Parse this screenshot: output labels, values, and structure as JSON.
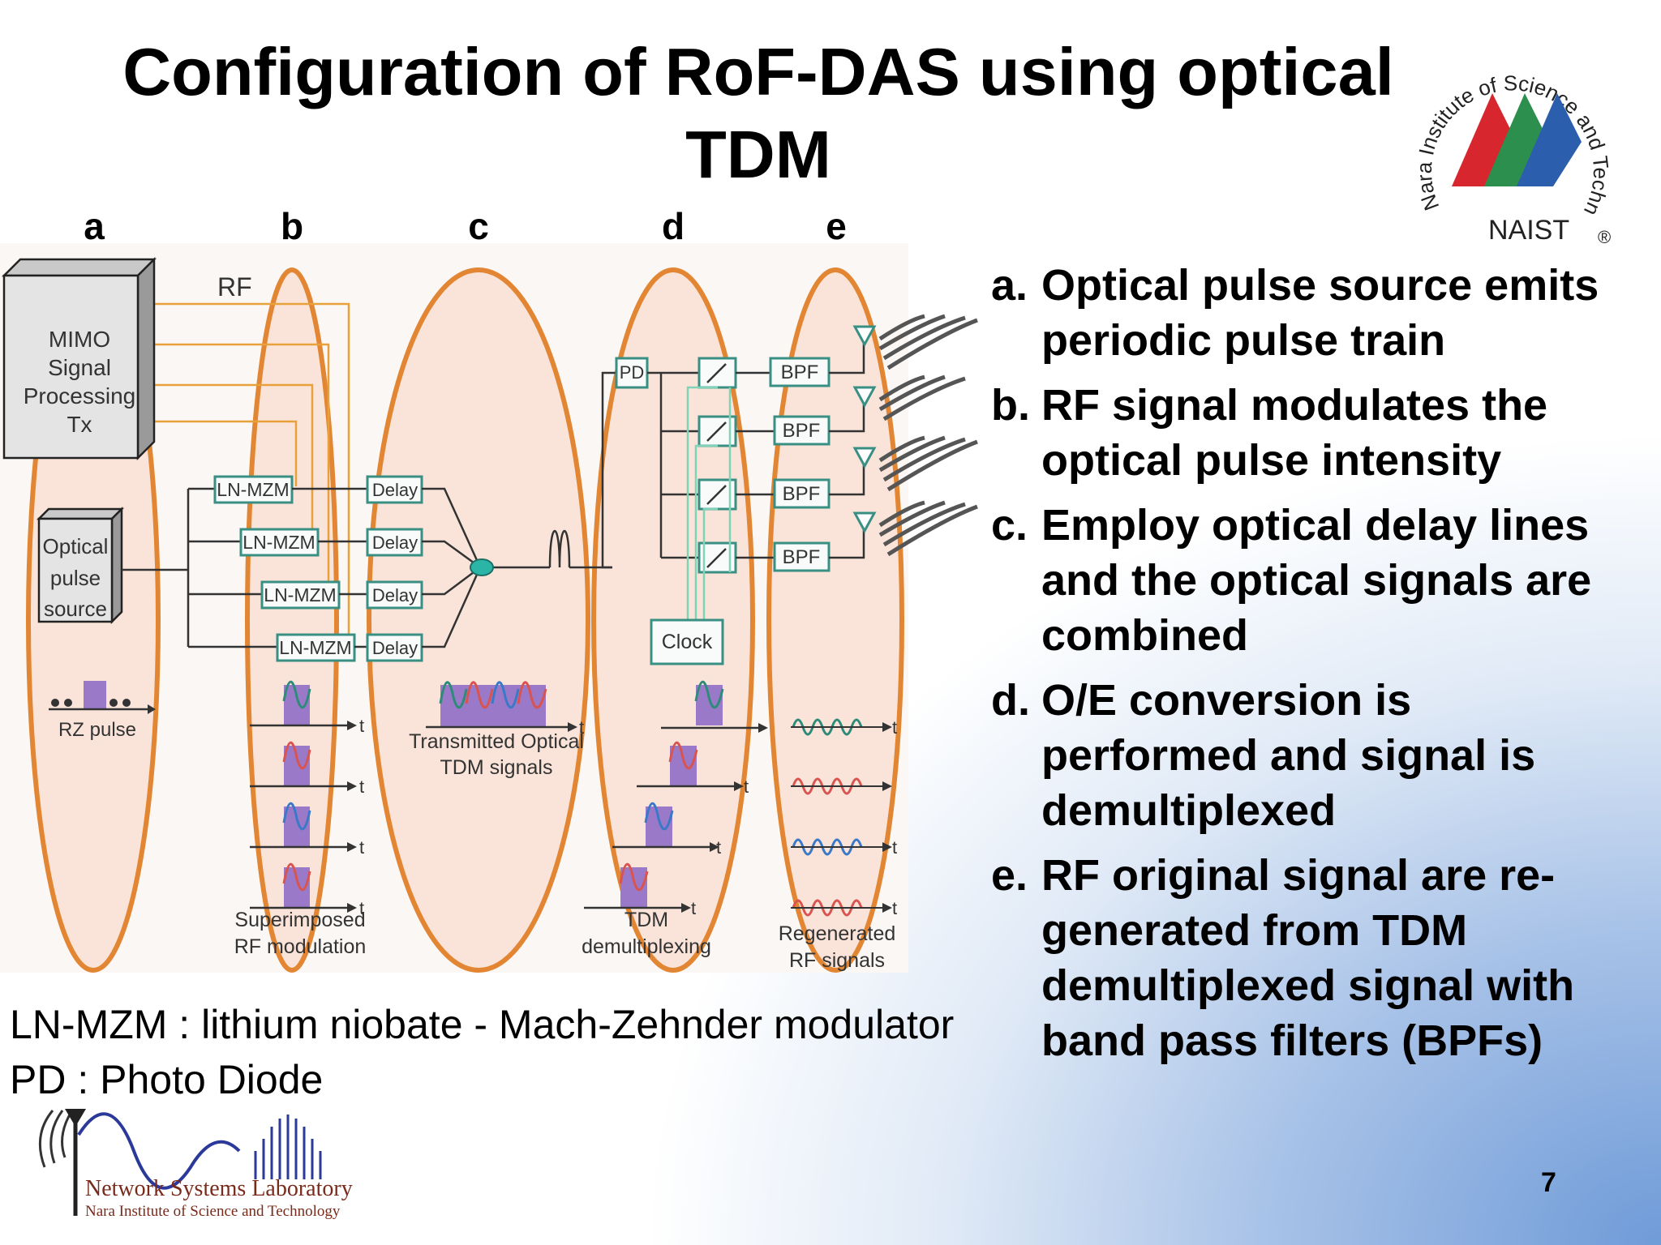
{
  "slide": {
    "title": "Configuration of RoF-DAS using optical TDM",
    "page_number": "7"
  },
  "diagram": {
    "column_letters": [
      "a",
      "b",
      "c",
      "d",
      "e"
    ],
    "rf_label": "RF",
    "mimo_box": [
      "MIMO",
      "Signal",
      "Processing",
      "Tx"
    ],
    "source_box": [
      "Optical",
      "pulse",
      "source"
    ],
    "rz_pulse_label": "RZ pulse",
    "modulator_label": "LN-MZM",
    "delay_label": "Delay",
    "pd_label": "PD",
    "clock_label": "Clock",
    "bpf_label": "BPF",
    "time_label": "t",
    "caption_b": [
      "Superimposed",
      "RF modulation"
    ],
    "caption_c": [
      "Transmitted Optical",
      "TDM signals"
    ],
    "caption_d": [
      "TDM",
      "demultiplexing"
    ],
    "caption_e": [
      "Regenerated",
      "RF signals"
    ],
    "colors": {
      "ellipse_stroke": "#e07a1f",
      "ellipse_fill": "#fbe3d6",
      "box_stroke": "#3a8f84",
      "rf_line": "#e8a13a",
      "pulse_fill": "#9a7ac8",
      "series": [
        "#2e8b7a",
        "#d9534f",
        "#3a78c8",
        "#d9534f"
      ]
    }
  },
  "descriptions": [
    {
      "letter": "a.",
      "text": "Optical pulse source emits periodic pulse train"
    },
    {
      "letter": "b.",
      "text": "RF signal modulates the optical pulse intensity"
    },
    {
      "letter": "c.",
      "text": "Employ optical delay lines and the optical signals are combined"
    },
    {
      "letter": "d.",
      "text": "O/E conversion is performed and signal is demultiplexed"
    },
    {
      "letter": "e.",
      "text": "RF original signal are re-generated from TDM demultiplexed signal with band pass filters (BPFs)"
    }
  ],
  "abbreviations": [
    "LN-MZM : lithium niobate - Mach-Zehnder modulator",
    "PD : Photo Diode"
  ],
  "naist_logo": {
    "ring_text": "Nara Institute of Science and Technology",
    "name": "NAIST",
    "registered": "®",
    "colors": [
      "#d7262e",
      "#2c8f4e",
      "#2b5fae"
    ]
  },
  "lab_logo": {
    "line1": "Network Systems Laboratory",
    "line2": "Nara Institute of Science and Technology",
    "color": "#7a2a1a"
  }
}
